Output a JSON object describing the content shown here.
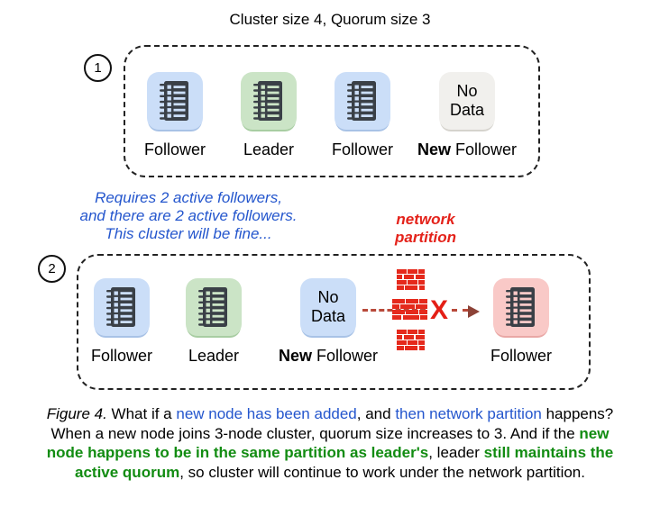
{
  "title": "Cluster size 4, Quorum size 3",
  "scenario1": {
    "badge": "1",
    "nodes": [
      {
        "kind": "notebook",
        "color": "blue",
        "name": "node-follower",
        "label": [
          {
            "t": "Follower"
          }
        ]
      },
      {
        "kind": "notebook",
        "color": "green",
        "name": "node-leader",
        "label": [
          {
            "t": "Leader"
          }
        ]
      },
      {
        "kind": "notebook",
        "color": "blue",
        "name": "node-follower",
        "label": [
          {
            "t": "Follower"
          }
        ]
      },
      {
        "kind": "nodata",
        "color": "gray",
        "name": "node-new-follower",
        "tile_lines": [
          "No",
          "Data"
        ],
        "label": [
          {
            "t": "New",
            "s": "b"
          },
          {
            "t": " Follower"
          }
        ]
      }
    ]
  },
  "notes": {
    "quorum_note_lines": [
      "Requires 2 active followers,",
      "and there are 2 active followers.",
      "This cluster will be fine..."
    ],
    "network_partition_lines": [
      "network",
      "partition"
    ]
  },
  "scenario2": {
    "badge": "2",
    "x_mark": "X",
    "nodes": [
      {
        "kind": "notebook",
        "color": "blue",
        "name": "node-follower",
        "label": [
          {
            "t": "Follower"
          }
        ]
      },
      {
        "kind": "notebook",
        "color": "green",
        "name": "node-leader",
        "label": [
          {
            "t": "Leader"
          }
        ]
      },
      {
        "kind": "nodata",
        "color": "blue",
        "name": "node-new-follower",
        "tile_lines": [
          "No",
          "Data"
        ],
        "label": [
          {
            "t": "New",
            "s": "b"
          },
          {
            "t": " Follower"
          }
        ]
      },
      {
        "kind": "notebook",
        "color": "pink",
        "name": "node-follower",
        "label": [
          {
            "t": "Follower"
          }
        ]
      }
    ]
  },
  "caption": {
    "lines": [
      [
        {
          "t": "Figure 4.",
          "s": "i"
        },
        {
          "t": " What if a "
        },
        {
          "t": "new node has been added",
          "s": "bl"
        },
        {
          "t": ", and "
        },
        {
          "t": "then network partition",
          "s": "bl"
        },
        {
          "t": " happens?"
        }
      ],
      [
        {
          "t": "When a new node joins 3-node cluster, quorum size increases to 3. And if the "
        },
        {
          "t": "new",
          "s": "gr"
        }
      ],
      [
        {
          "t": "node happens to be in the same partition as leader's",
          "s": "gr"
        },
        {
          "t": ", leader "
        },
        {
          "t": "still maintains the",
          "s": "gr"
        }
      ],
      [
        {
          "t": "active quorum",
          "s": "gr"
        },
        {
          "t": ", so cluster will continue to work under the network partition."
        }
      ]
    ]
  },
  "colors": {
    "node_blue": "#cbdef8",
    "node_green": "#cbe4c6",
    "node_gray": "#f1f0ed",
    "node_pink": "#f9c9c7",
    "notebook_dark": "#3a4047",
    "text_blue": "#2456cd",
    "text_green": "#128c12",
    "text_red": "#e4221a",
    "brick_red": "#e5291c",
    "arrow_dash": "#b84a3a",
    "arrow_head": "#8c4237"
  }
}
